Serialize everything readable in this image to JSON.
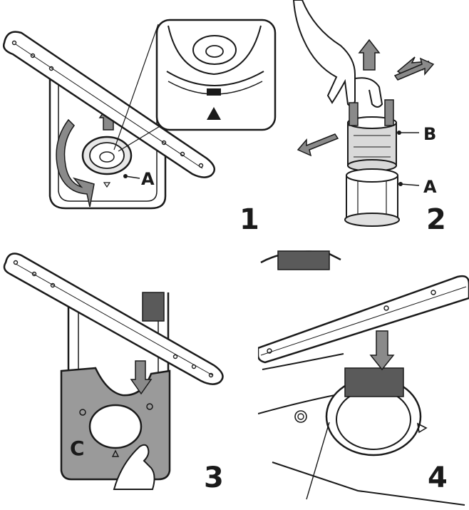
{
  "panels": [
    {
      "step": "1",
      "callouts": [
        "A"
      ]
    },
    {
      "step": "2",
      "callouts": [
        "B",
        "A"
      ]
    },
    {
      "step": "3",
      "callouts": [
        "C"
      ]
    },
    {
      "step": "4",
      "callouts": []
    }
  ],
  "colors": {
    "line": "#1a1a1a",
    "arrow_fill": "#8a8a8a",
    "plate_fill": "#9a9a9a",
    "panel_bg": "#ffffff",
    "light_gray": "#d9d9d9"
  }
}
